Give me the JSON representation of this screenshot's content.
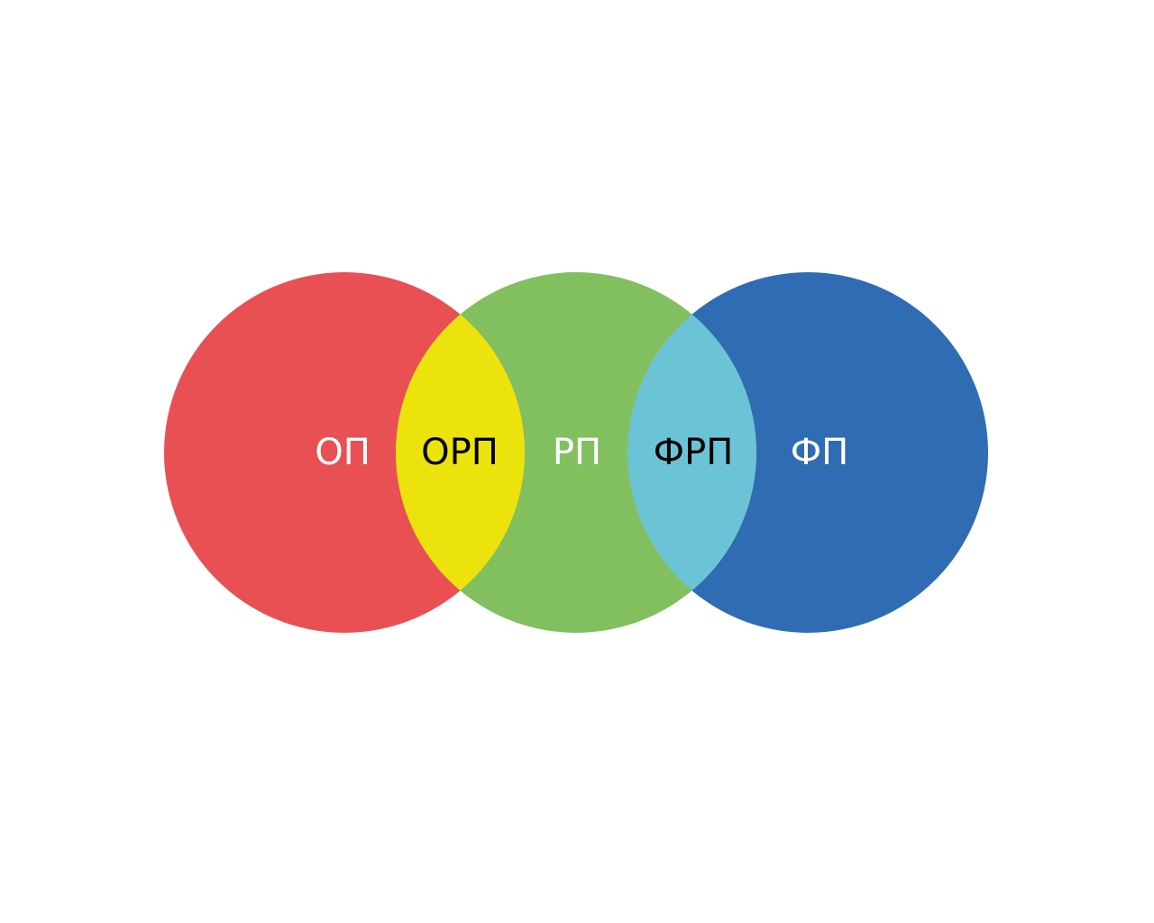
{
  "diagram": {
    "colors": {
      "background": "#ffffff",
      "left_set": "#e95054",
      "middle_set": "#82bf5f",
      "right_set": "#2f6cb3",
      "left_middle_overlap": "#ece20c",
      "middle_right_overlap": "#6bc4d5"
    },
    "labels": {
      "left_only": "ОП",
      "left_middle": "ОРП",
      "middle_only": "РП",
      "middle_right": "ФРП",
      "right_only": "ФП"
    },
    "label_colors": {
      "left_only": "#ffffff",
      "left_middle": "#000000",
      "middle_only": "#ffffff",
      "middle_right": "#000000",
      "right_only": "#ffffff"
    }
  }
}
